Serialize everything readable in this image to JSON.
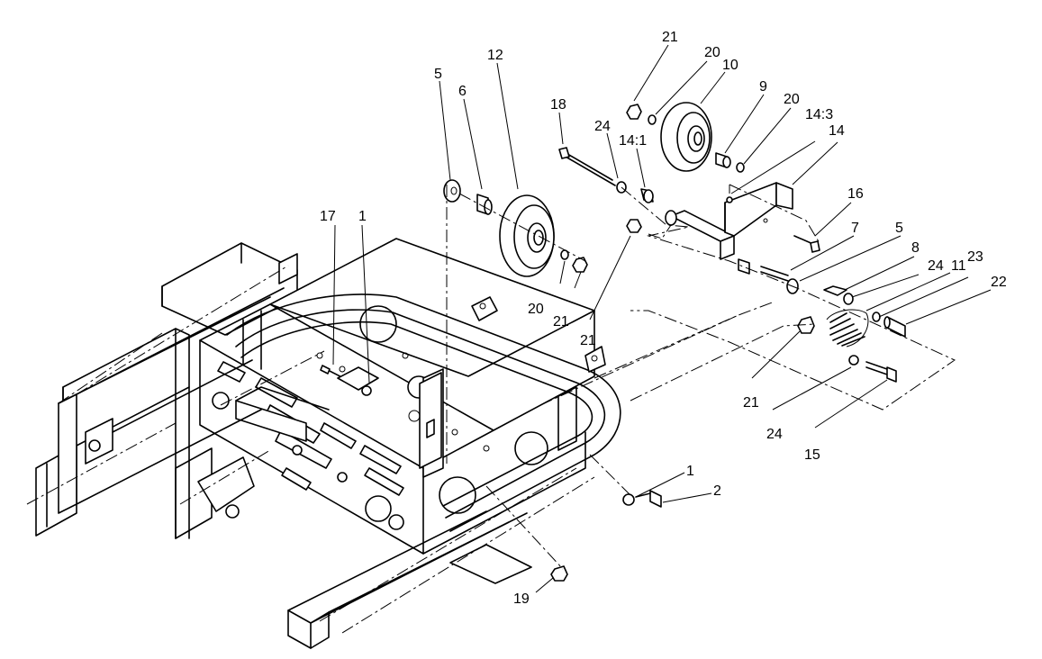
{
  "labels": [
    {
      "id": "5a",
      "text": "5"
    },
    {
      "id": "6",
      "text": "6"
    },
    {
      "id": "12",
      "text": "12"
    },
    {
      "id": "18",
      "text": "18"
    },
    {
      "id": "24a",
      "text": "24"
    },
    {
      "id": "14-1",
      "text": "14:1"
    },
    {
      "id": "21a",
      "text": "21"
    },
    {
      "id": "20a",
      "text": "20"
    },
    {
      "id": "10",
      "text": "10"
    },
    {
      "id": "9",
      "text": "9"
    },
    {
      "id": "20b",
      "text": "20"
    },
    {
      "id": "14-3",
      "text": "14:3"
    },
    {
      "id": "14",
      "text": "14"
    },
    {
      "id": "16",
      "text": "16"
    },
    {
      "id": "7",
      "text": "7"
    },
    {
      "id": "5b",
      "text": "5"
    },
    {
      "id": "8",
      "text": "8"
    },
    {
      "id": "24b",
      "text": "24"
    },
    {
      "id": "11",
      "text": "11"
    },
    {
      "id": "23",
      "text": "23"
    },
    {
      "id": "22",
      "text": "22"
    },
    {
      "id": "17",
      "text": "17"
    },
    {
      "id": "1a",
      "text": "1"
    },
    {
      "id": "20c",
      "text": "20"
    },
    {
      "id": "21b",
      "text": "21"
    },
    {
      "id": "21c",
      "text": "21"
    },
    {
      "id": "21d",
      "text": "21"
    },
    {
      "id": "24c",
      "text": "24"
    },
    {
      "id": "15",
      "text": "15"
    },
    {
      "id": "1b",
      "text": "1"
    },
    {
      "id": "2",
      "text": "2"
    },
    {
      "id": "19",
      "text": "19"
    }
  ]
}
